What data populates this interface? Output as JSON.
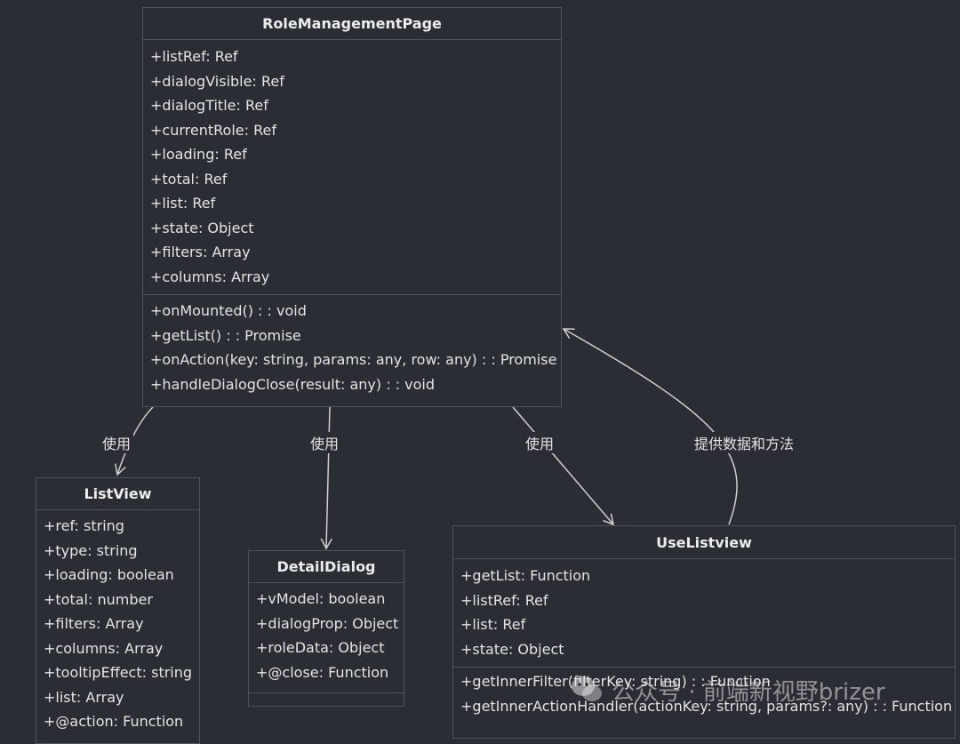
{
  "classes": {
    "role_management_page": {
      "name": "RoleManagementPage",
      "attributes": [
        "+listRef: Ref",
        "+dialogVisible: Ref",
        "+dialogTitle: Ref",
        "+currentRole: Ref",
        "+loading: Ref",
        "+total: Ref",
        "+list: Ref",
        "+state: Object",
        "+filters: Array",
        "+columns: Array"
      ],
      "methods": [
        "+onMounted() : : void",
        "+getList() : : Promise",
        "+onAction(key: string, params: any, row: any) : : Promise",
        "+handleDialogClose(result: any) : : void"
      ]
    },
    "list_view": {
      "name": "ListView",
      "attributes": [
        "+ref: string",
        "+type: string",
        "+loading: boolean",
        "+total: number",
        "+filters: Array",
        "+columns: Array",
        "+tooltipEffect: string",
        "+list: Array",
        "+@action: Function"
      ]
    },
    "detail_dialog": {
      "name": "DetailDialog",
      "attributes": [
        "+vModel: boolean",
        "+dialogProp: Object",
        "+roleData: Object",
        "+@close: Function"
      ]
    },
    "use_listview": {
      "name": "UseListview",
      "attributes": [
        "+getList: Function",
        "+listRef: Ref",
        "+list: Ref",
        "+state: Object"
      ],
      "methods": [
        "+getInnerFilter(filterKey: string) : : Function",
        "+getInnerActionHandler(actionKey: string, params?: any) : : Function"
      ]
    }
  },
  "relations": {
    "to_list_view": "使用",
    "to_detail_dialog": "使用",
    "to_use_listview": "使用",
    "use_listview_to_page": "提供数据和方法"
  },
  "watermark": {
    "text": "公众号 · 前端新视野brizer",
    "icon": "wechat-icon"
  },
  "colors": {
    "background": "#2b2d35",
    "border": "#4f525c",
    "text": "#e4e4e4",
    "edge": "#d0d0d0"
  }
}
